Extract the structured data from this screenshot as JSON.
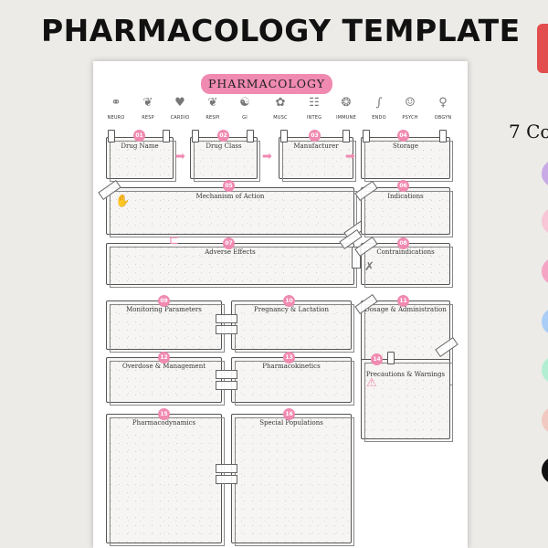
{
  "hero": {
    "title": "PHARMACOLOGY TEMPLATE"
  },
  "side": {
    "colors_label": "7 Co",
    "dot_colors": [
      "#c9a9e6",
      "#f8c6d6",
      "#f6a4c4",
      "#a9cdf7",
      "#b2efd2",
      "#f2c9c0",
      "#111111"
    ]
  },
  "colors": {
    "accent": "#f08ab0",
    "red_tab": "#e24e4e",
    "outline": "#555555",
    "sheet": "#ffffff"
  },
  "sheet": {
    "title": "PHARMACOLOGY",
    "systems": [
      {
        "label": "NEURO",
        "icon": "brain-icon"
      },
      {
        "label": "RESP",
        "icon": "lungs-icon"
      },
      {
        "label": "CARDIO",
        "icon": "heart-icon"
      },
      {
        "label": "RESPI",
        "icon": "lungs-icon"
      },
      {
        "label": "GI",
        "icon": "stomach-icon"
      },
      {
        "label": "MUSC",
        "icon": "muscle-icon"
      },
      {
        "label": "INTEG",
        "icon": "skin-icon"
      },
      {
        "label": "IMMUNE",
        "icon": "virus-icon"
      },
      {
        "label": "ENDO",
        "icon": "thermometer-icon"
      },
      {
        "label": "PSYCH",
        "icon": "head-icon"
      },
      {
        "label": "OBGYN",
        "icon": "uterus-icon"
      }
    ],
    "sections": [
      {
        "num": "01",
        "title": "Drug Name"
      },
      {
        "num": "02",
        "title": "Drug Class"
      },
      {
        "num": "03",
        "title": "Manufacturer"
      },
      {
        "num": "04",
        "title": "Storage"
      },
      {
        "num": "05",
        "title": "Mechanism of Action"
      },
      {
        "num": "06",
        "title": "Indications"
      },
      {
        "num": "07",
        "title": "Adverse Effects"
      },
      {
        "num": "08",
        "title": "Contraindications"
      },
      {
        "num": "09",
        "title": "Monitoring Parameters"
      },
      {
        "num": "10",
        "title": "Pregnancy & Lactation"
      },
      {
        "num": "11",
        "title": "Dosage & Administration"
      },
      {
        "num": "12",
        "title": "Overdose & Management"
      },
      {
        "num": "13",
        "title": "Pharmacokinetics"
      },
      {
        "num": "14",
        "title": "Precautions & Warnings"
      },
      {
        "num": "15",
        "title": "Pharmacodynamics"
      },
      {
        "num": "16",
        "title": "Special Populations"
      }
    ]
  }
}
